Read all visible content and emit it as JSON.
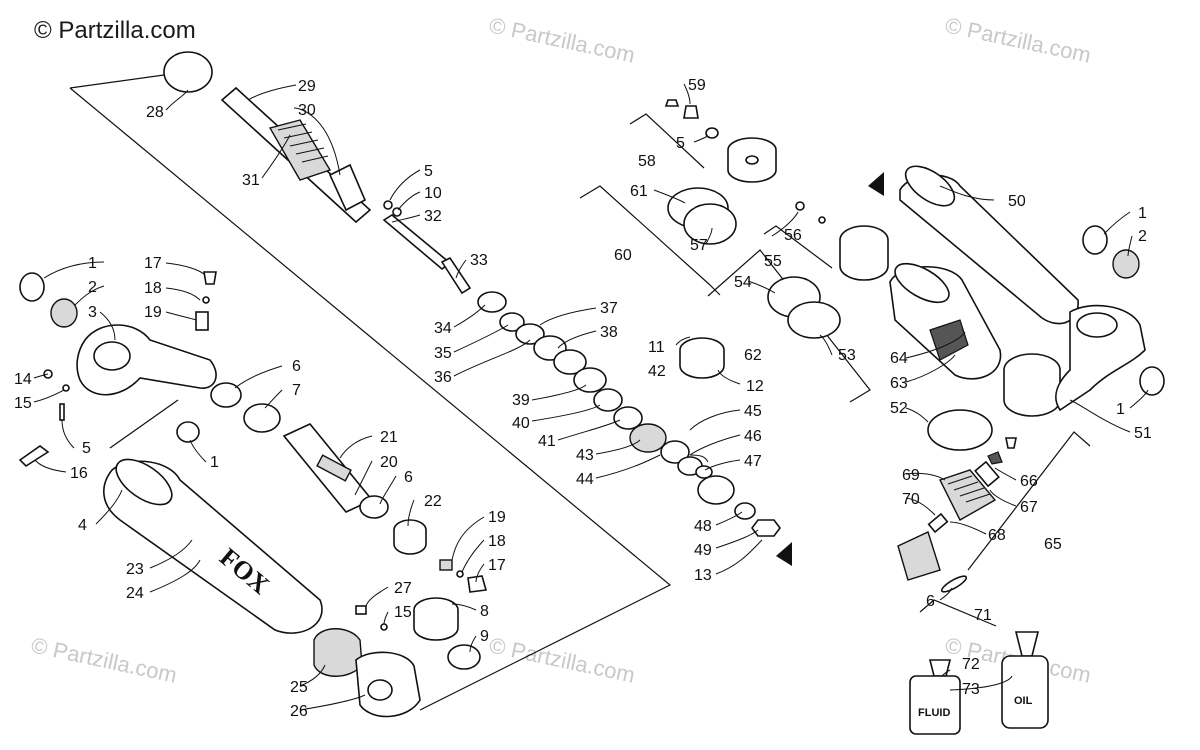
{
  "watermark": {
    "main": "© Partzilla.com",
    "faint": "© Partzilla.com"
  },
  "brand_marks": {
    "fox": "FOX"
  },
  "bottles": {
    "fluid": "FLUID",
    "oil": "OIL"
  },
  "callouts": [
    "29",
    "28",
    "30",
    "31",
    "5",
    "10",
    "32",
    "33",
    "34",
    "35",
    "36",
    "37",
    "38",
    "39",
    "40",
    "41",
    "42",
    "11",
    "12",
    "45",
    "46",
    "43",
    "44",
    "47",
    "48",
    "49",
    "13",
    "1",
    "2",
    "3",
    "17",
    "18",
    "19",
    "14",
    "15",
    "5",
    "16",
    "6",
    "7",
    "1",
    "21",
    "20",
    "6",
    "22",
    "19",
    "18",
    "17",
    "4",
    "23",
    "24",
    "27",
    "15",
    "8",
    "9",
    "25",
    "26",
    "59",
    "5",
    "58",
    "61",
    "57",
    "60",
    "56",
    "55",
    "54",
    "53",
    "62",
    "50",
    "1",
    "2",
    "64",
    "63",
    "52",
    "1",
    "51",
    "69",
    "70",
    "66",
    "67",
    "68",
    "65",
    "6",
    "71",
    "72",
    "73"
  ],
  "colors": {
    "ink": "#111111",
    "watermark": "#c8c8c8",
    "part_fill": "#ffffff"
  }
}
